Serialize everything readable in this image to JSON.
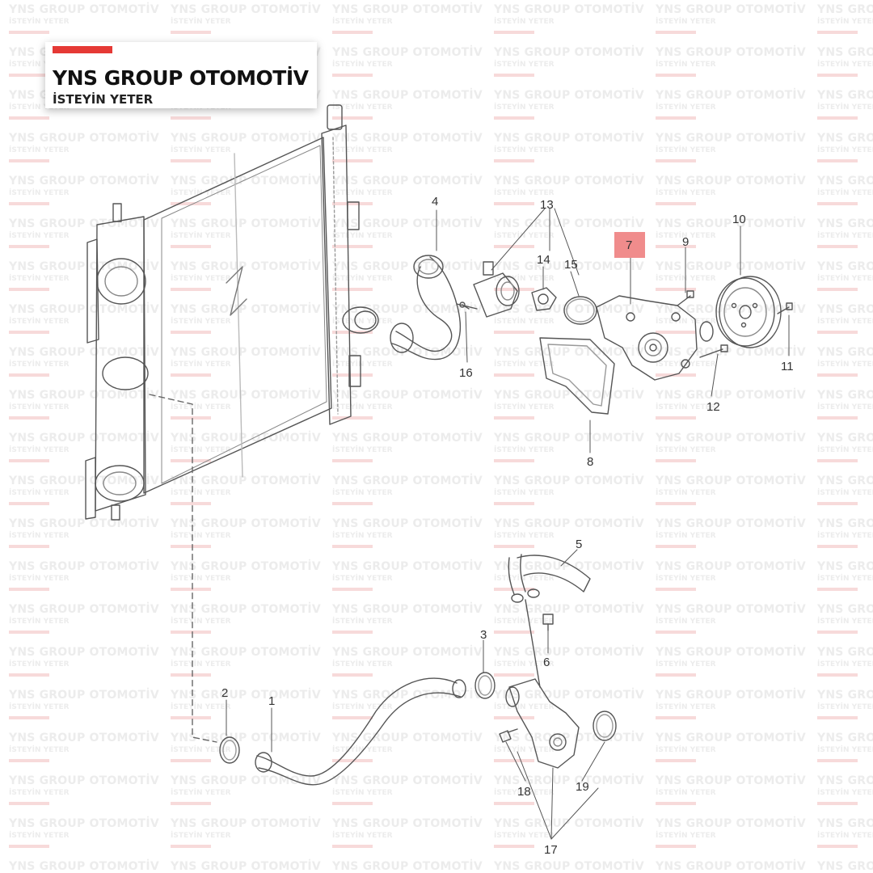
{
  "brand": {
    "name": "YNS GROUP OTOMOTİV",
    "slogan": "İSTEYİN YETER",
    "accent_color": "#e53935"
  },
  "watermark": {
    "line1": "YNS GROUP OTOMOTİV",
    "line2": "İSTEYİN YETER"
  },
  "callouts": {
    "c1": "1",
    "c2": "2",
    "c3": "3",
    "c4": "4",
    "c5": "5",
    "c6": "6",
    "c7": "7",
    "c8": "8",
    "c9": "9",
    "c10": "10",
    "c11": "11",
    "c12": "12",
    "c13": "13",
    "c14": "14",
    "c15": "15",
    "c16": "16",
    "c17": "17",
    "c18": "18",
    "c19": "19"
  },
  "highlight": {
    "callout": "7",
    "color": "#f08c8c"
  }
}
